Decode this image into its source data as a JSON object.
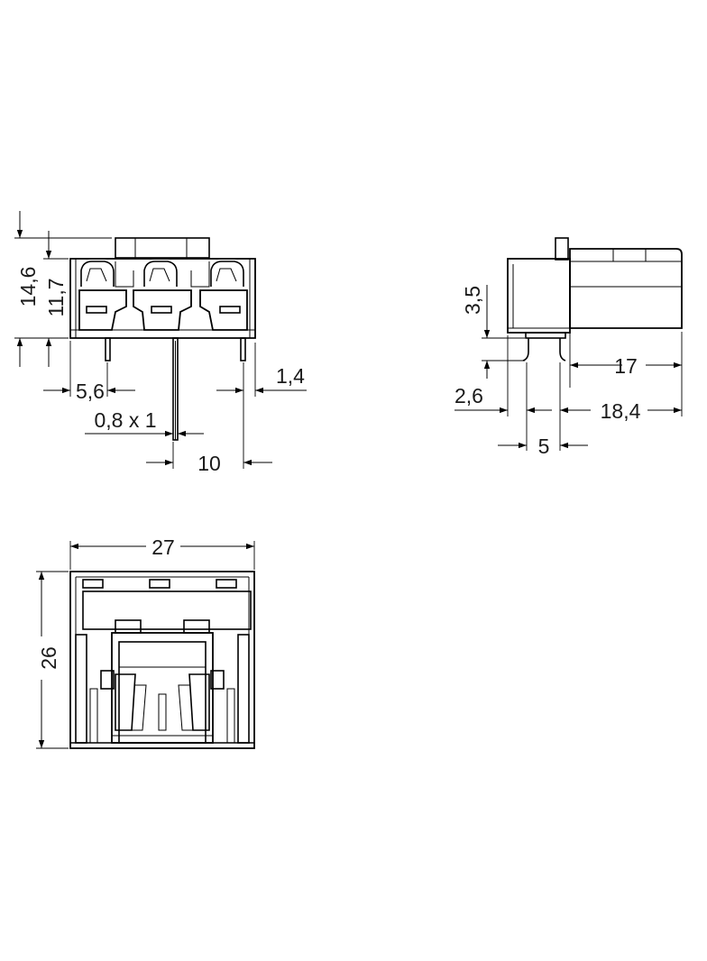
{
  "dimensions": {
    "front_total_height": "14,6",
    "front_body_height": "11,7",
    "pin_offset": "5,6",
    "pin_section": "0,8 x 1",
    "pin_width": "1,4",
    "pin_pitch": "10",
    "side_pin_height": "3,5",
    "side_pin_length": "2,6",
    "side_body_length": "17",
    "side_total_length": "18,4",
    "side_pin_spacing": "5",
    "top_width": "27",
    "top_depth": "26"
  }
}
